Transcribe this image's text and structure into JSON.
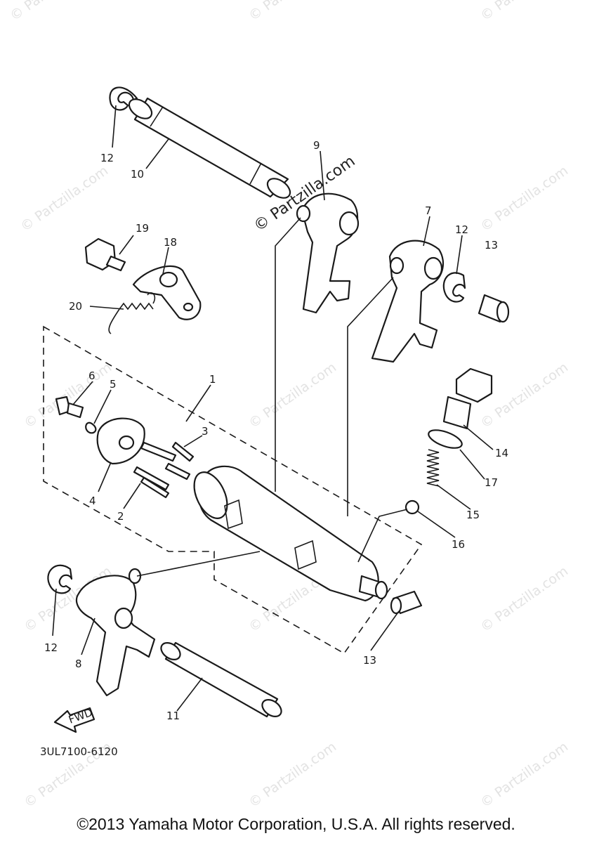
{
  "watermark": "© Partzilla.com",
  "watermark_main": "© Partzilla.com",
  "fwd_label": "FWD",
  "diagram_code": "3UL7100-6120",
  "copyright": "©2013 Yamaha Motor Corporation, U.S.A. All rights reserved.",
  "callouts": {
    "c1": "1",
    "c2": "2",
    "c3": "3",
    "c4": "4",
    "c5": "5",
    "c6": "6",
    "c7": "7",
    "c8": "8",
    "c9": "9",
    "c10": "10",
    "c11": "11",
    "c12a": "12",
    "c12b": "12",
    "c12c": "12",
    "c13a": "13",
    "c13b": "13",
    "c14": "14",
    "c15": "15",
    "c16": "16",
    "c17": "17",
    "c18": "18",
    "c19": "19",
    "c20": "20"
  }
}
